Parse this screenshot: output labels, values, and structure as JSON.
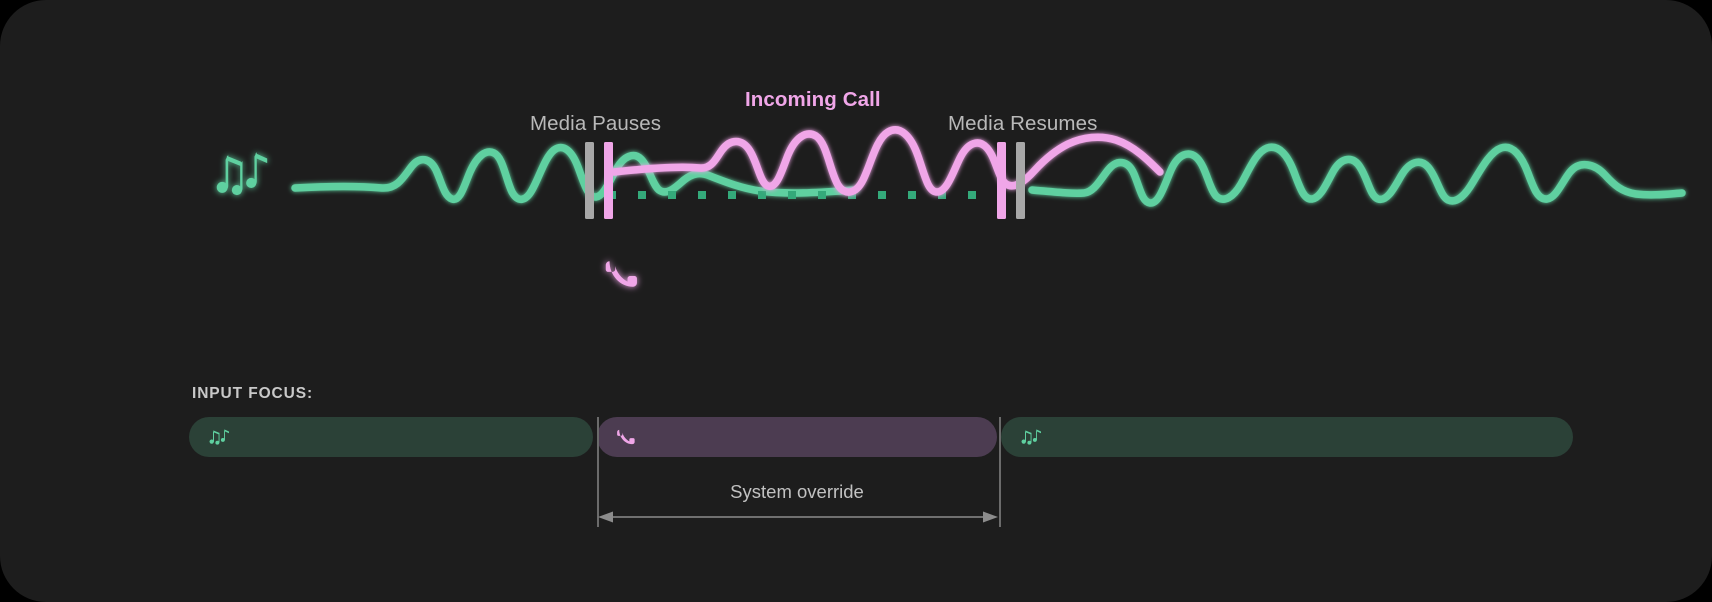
{
  "theme": {
    "background": "#1d1d1d",
    "outside": "#000000",
    "media_color": "#5fd0a0",
    "call_color": "#f0a6e8",
    "marker_gray": "#a8a8a8",
    "label_color": "#b9b9b9",
    "bar_media_bg": "#2b4137",
    "bar_call_bg": "#4c3c51",
    "guide_color": "#6b6b6b"
  },
  "timeline": {
    "labels": {
      "media_pauses": "Media Pauses",
      "incoming_call": "Incoming Call",
      "media_resumes": "Media Resumes"
    },
    "icons": {
      "media": "music-notes-icon",
      "call": "phone-icon"
    },
    "segments": [
      {
        "name": "media-playing-before",
        "state": "playing",
        "source": "media"
      },
      {
        "name": "call-interrupt",
        "state": "paused",
        "source": "call"
      },
      {
        "name": "media-playing-after",
        "state": "playing",
        "source": "media"
      }
    ],
    "markers": [
      {
        "name": "pause-marker",
        "colors": [
          "#a8a8a8",
          "#f0a6e8"
        ]
      },
      {
        "name": "resume-marker",
        "colors": [
          "#f0a6e8",
          "#a8a8a8"
        ]
      }
    ]
  },
  "focus": {
    "heading": "INPUT FOCUS:",
    "bars": [
      {
        "name": "focus-media-before",
        "icon": "music-notes-icon",
        "owner": "media"
      },
      {
        "name": "focus-call",
        "icon": "phone-icon",
        "owner": "call"
      },
      {
        "name": "focus-media-after",
        "icon": "music-notes-icon",
        "owner": "media"
      }
    ],
    "override_label": "System override"
  }
}
